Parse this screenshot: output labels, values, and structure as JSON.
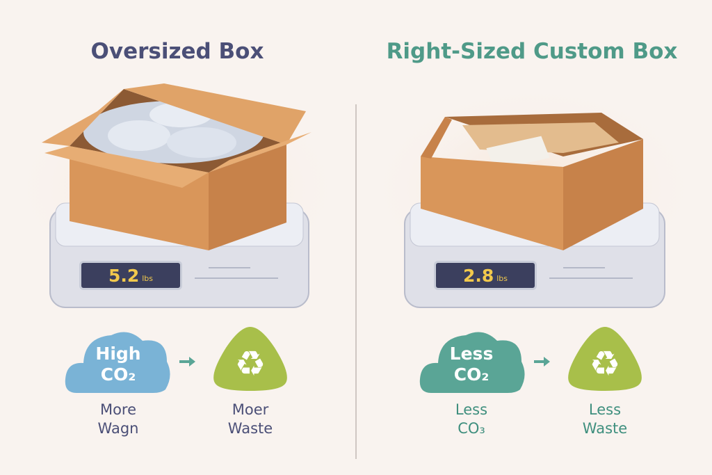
{
  "left": {
    "title": "Oversized Box",
    "scale": {
      "value": "5.2",
      "unit": "lbs"
    },
    "cloud": {
      "line1": "High",
      "line2": "CO₂"
    },
    "cloud_label": {
      "line1": "More",
      "line2": "Wagn"
    },
    "recycle_label": {
      "line1": "Moer",
      "line2": "Waste"
    }
  },
  "right": {
    "title": "Right-Sized Custom Box",
    "scale": {
      "value": "2.8",
      "unit": "lbs"
    },
    "cloud": {
      "line1": "Less",
      "line2": "CO₂"
    },
    "cloud_label": {
      "line1": "Less",
      "line2": "CO₃"
    },
    "recycle_label": {
      "line1": "Less",
      "line2": "Waste"
    }
  },
  "colors": {
    "left_title": "#4b4f77",
    "right_title": "#4f9a88",
    "cardboard": "#d9965a",
    "cloud_high": "#7ab3d6",
    "cloud_less": "#5aa596",
    "recycle": "#a8bf4a",
    "display": "#3b3f5e"
  }
}
